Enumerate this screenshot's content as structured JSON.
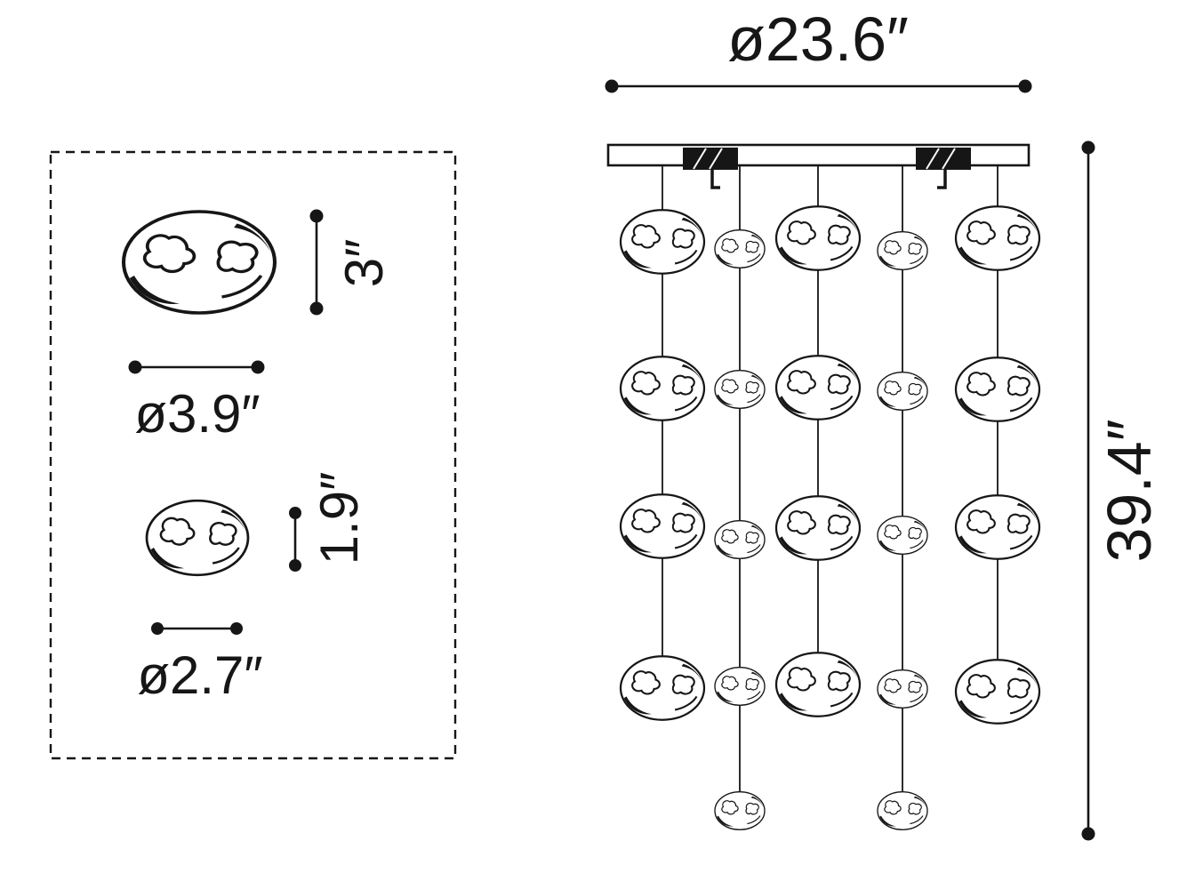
{
  "drawing": {
    "kind": "pendant-lamp-dimension-diagram",
    "front_view": {
      "width_label": "ø23.6″",
      "height_label": "39.4″",
      "strand_count": 5
    },
    "detail_view": {
      "large_crystal_height_label": "3″",
      "large_crystal_diameter_label": "ø3.9″",
      "small_crystal_height_label": "1.9″",
      "small_crystal_diameter_label": "ø2.7″"
    }
  }
}
